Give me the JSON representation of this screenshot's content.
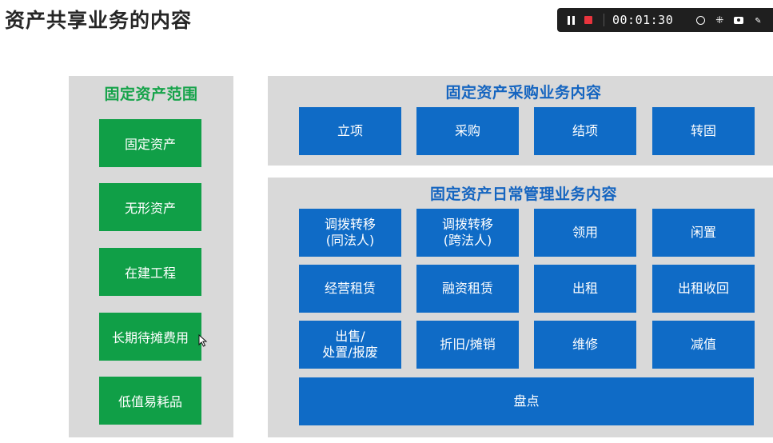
{
  "page": {
    "title": "资产共享业务的内容"
  },
  "recorder": {
    "timer": "00:01:30"
  },
  "scope": {
    "heading": "固定资产范围",
    "items": [
      "固定资产",
      "无形资产",
      "在建工程",
      "长期待摊费用",
      "低值易耗品"
    ]
  },
  "purchase": {
    "heading": "固定资产采购业务内容",
    "items": [
      "立项",
      "采购",
      "结项",
      "转固"
    ]
  },
  "daily": {
    "heading": "固定资产日常管理业务内容",
    "items": [
      "调拨转移\n(同法人)",
      "调拨转移\n(跨法人)",
      "领用",
      "闲置",
      "经营租赁",
      "融资租赁",
      "出租",
      "出租收回",
      "出售/\n处置/报废",
      "折旧/摊销",
      "维修",
      "减值"
    ],
    "wide_item": "盘点"
  },
  "colors": {
    "green": "#109f47",
    "blue": "#0f6bc6",
    "panel": "#d9d9d9"
  }
}
